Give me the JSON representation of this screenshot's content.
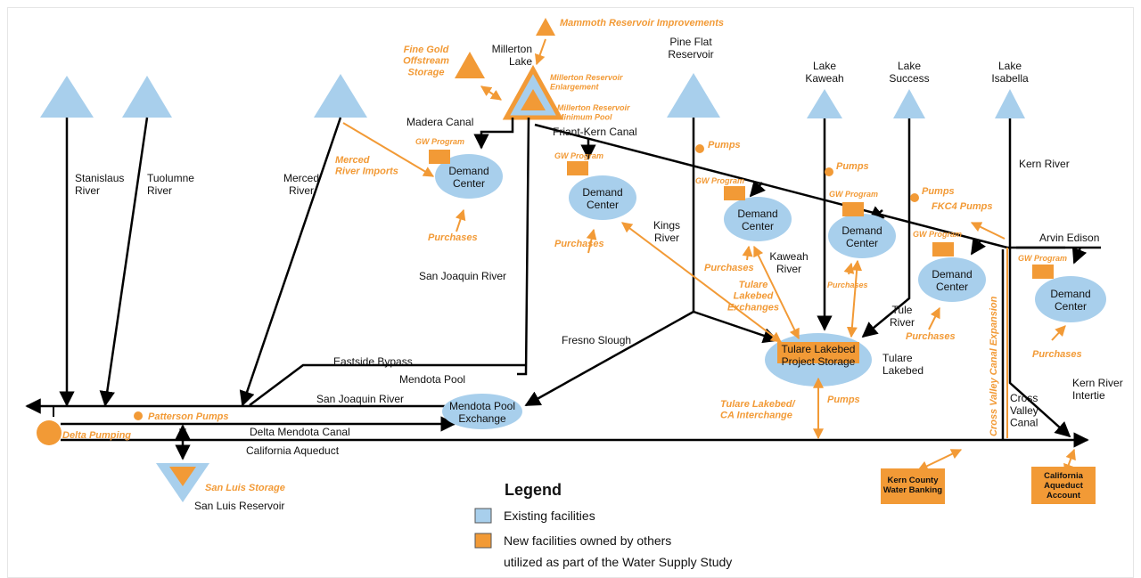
{
  "colors": {
    "existing": "#a8cfec",
    "new": "#f29a36",
    "line": "#000000"
  },
  "reservoirs": {
    "millerton": "Millerton\nLake",
    "pine_flat": "Pine Flat\nReservoir",
    "kaweah": "Lake\nKaweah",
    "success": "Lake\nSuccess",
    "isabella": "Lake\nIsabella",
    "san_luis": "San Luis Reservoir"
  },
  "rivers": {
    "stanislaus": "Stanislaus\nRiver",
    "tuolumne": "Tuolumne\nRiver",
    "merced": "Merced\nRiver",
    "kings": "Kings\nRiver",
    "kaweah": "Kaweah\nRiver",
    "tule": "Tule\nRiver",
    "kern": "Kern River",
    "san_joaquin_upper": "San Joaquin River",
    "san_joaquin_lower": "San Joaquin River"
  },
  "canals": {
    "madera": "Madera Canal",
    "friant_kern": "Friant-Kern Canal",
    "eastside": "Eastside Bypass",
    "fresno_slough": "Fresno Slough",
    "delta_mendota": "Delta Mendota Canal",
    "california_aqueduct": "California Aqueduct",
    "cross_valley": "Cross\nValley\nCanal",
    "kern_intertie": "Kern River\nIntertie",
    "arvin": "Arvin Edison"
  },
  "places": {
    "mendota_pool": "Mendota Pool",
    "tulare_lakebed": "Tulare\nLakebed"
  },
  "nodes": {
    "demand_center": "Demand\nCenter",
    "mendota_exchange": "Mendota Pool\nExchange",
    "tulare_storage": "Tulare Lakebed\nProject Storage"
  },
  "new_facilities": {
    "mammoth": "Mammoth Reservoir Improvements",
    "fine_gold": "Fine Gold\nOffstream\nStorage",
    "millerton_enlarge": "Millerton Reservoir\nEnlargement",
    "millerton_min": "Millerton Reservoir\nMinimum Pool",
    "merced_imports": "Merced\nRiver Imports",
    "gw_program": "GW Program",
    "purchases": "Purchases",
    "pumps": "Pumps",
    "fkc4": "FKC4 Pumps",
    "tulare_exchanges": "Tulare\nLakebed\nExchanges",
    "tulare_ca": "Tulare Lakebed/\nCA Interchange",
    "cross_valley_exp": "Cross Valley Canal Expansion",
    "patterson": "Patterson Pumps",
    "delta_pumping": "Delta Pumping",
    "san_luis_storage": "San Luis Storage",
    "kern_banking": "Kern County\nWater Banking",
    "ca_aqueduct_account": "California\nAqueduct\nAccount"
  },
  "legend": {
    "title": "Legend",
    "existing": "Existing facilities",
    "new_line1": "New facilities owned by others",
    "new_line2": "utilized as part of the Water Supply Study"
  }
}
